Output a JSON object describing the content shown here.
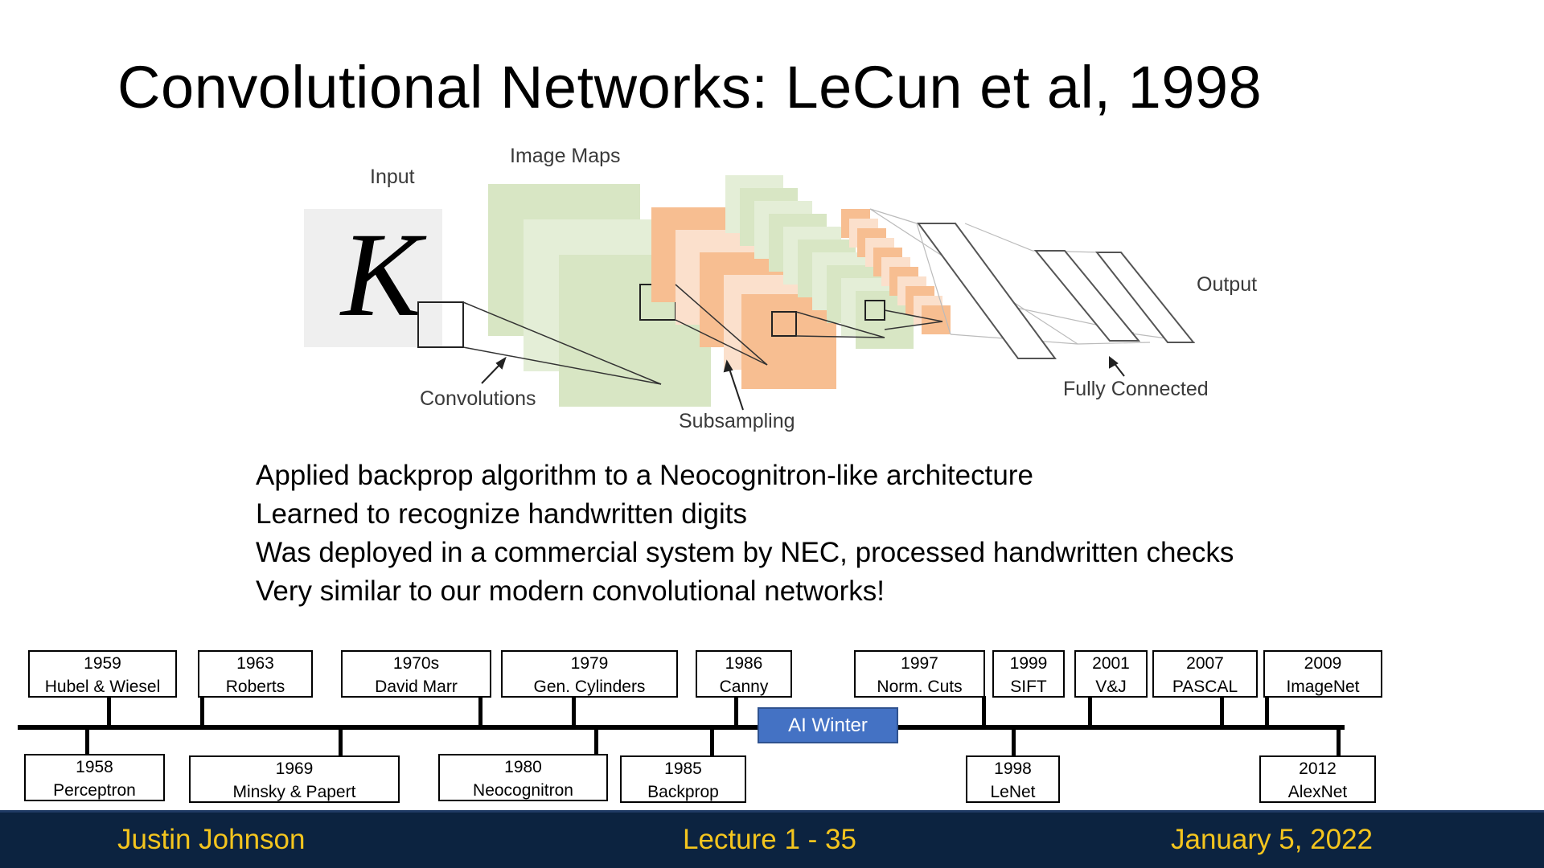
{
  "slide": {
    "title": "Convolutional Networks: LeCun et al, 1998"
  },
  "diagram": {
    "labels": {
      "input": "Input",
      "image_maps": "Image Maps",
      "output": "Output",
      "convolutions": "Convolutions",
      "subsampling": "Subsampling",
      "fully_connected": "Fully Connected"
    },
    "input_glyph": "K",
    "colors": {
      "green": "#d8e6c4",
      "orange": "#f7be91",
      "input_bg": "#efefef"
    }
  },
  "bullets": [
    "Applied backprop algorithm to a Neocognitron-like architecture",
    "Learned to recognize handwritten digits",
    "Was deployed in a commercial system by NEC, processed handwritten checks",
    "Very similar to our modern convolutional networks!"
  ],
  "timeline": {
    "top": [
      {
        "year": "1959",
        "name": "Hubel & Wiesel"
      },
      {
        "year": "1963",
        "name": "Roberts"
      },
      {
        "year": "1970s",
        "name": "David Marr"
      },
      {
        "year": "1979",
        "name": "Gen. Cylinders"
      },
      {
        "year": "1986",
        "name": "Canny"
      },
      {
        "year": "1997",
        "name": "Norm. Cuts"
      },
      {
        "year": "1999",
        "name": "SIFT"
      },
      {
        "year": "2001",
        "name": "V&J"
      },
      {
        "year": "2007",
        "name": "PASCAL"
      },
      {
        "year": "2009",
        "name": "ImageNet"
      }
    ],
    "bottom": [
      {
        "year": "1958",
        "name": "Perceptron"
      },
      {
        "year": "1969",
        "name": "Minsky & Papert"
      },
      {
        "year": "1980",
        "name": "Neocognitron"
      },
      {
        "year": "1985",
        "name": "Backprop"
      },
      {
        "year": "1998",
        "name": "LeNet"
      },
      {
        "year": "2012",
        "name": "AlexNet"
      }
    ],
    "winter_label": "AI Winter",
    "winter_color": "#4472c4"
  },
  "footer": {
    "author": "Justin Johnson",
    "lecture": "Lecture 1 - 35",
    "date": "January 5, 2022",
    "background": "#0c2340",
    "text_color": "#f4c51e"
  }
}
